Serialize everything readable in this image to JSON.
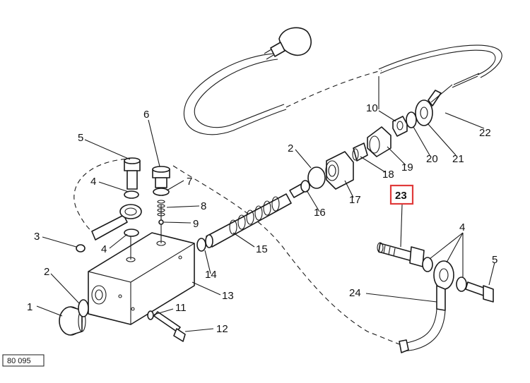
{
  "diagram": {
    "highlight_color": "#e03a3a",
    "drawing_ref": "80 095",
    "labels": [
      {
        "id": "1",
        "text": "1"
      },
      {
        "id": "2a",
        "text": "2"
      },
      {
        "id": "2b",
        "text": "2"
      },
      {
        "id": "3",
        "text": "3"
      },
      {
        "id": "4a",
        "text": "4"
      },
      {
        "id": "4b",
        "text": "4"
      },
      {
        "id": "4c",
        "text": "4"
      },
      {
        "id": "5a",
        "text": "5"
      },
      {
        "id": "5b",
        "text": "5"
      },
      {
        "id": "6",
        "text": "6"
      },
      {
        "id": "7",
        "text": "7"
      },
      {
        "id": "8",
        "text": "8"
      },
      {
        "id": "9",
        "text": "9"
      },
      {
        "id": "10a",
        "text": "10"
      },
      {
        "id": "10b",
        "text": "10"
      },
      {
        "id": "11",
        "text": "11"
      },
      {
        "id": "12",
        "text": "12"
      },
      {
        "id": "13",
        "text": "13"
      },
      {
        "id": "14",
        "text": "14"
      },
      {
        "id": "15",
        "text": "15"
      },
      {
        "id": "16",
        "text": "16"
      },
      {
        "id": "17",
        "text": "17"
      },
      {
        "id": "18",
        "text": "18"
      },
      {
        "id": "19",
        "text": "19"
      },
      {
        "id": "20",
        "text": "20"
      },
      {
        "id": "21",
        "text": "21"
      },
      {
        "id": "22",
        "text": "22"
      },
      {
        "id": "23",
        "text": "23",
        "highlighted": true
      },
      {
        "id": "24",
        "text": "24"
      }
    ]
  }
}
